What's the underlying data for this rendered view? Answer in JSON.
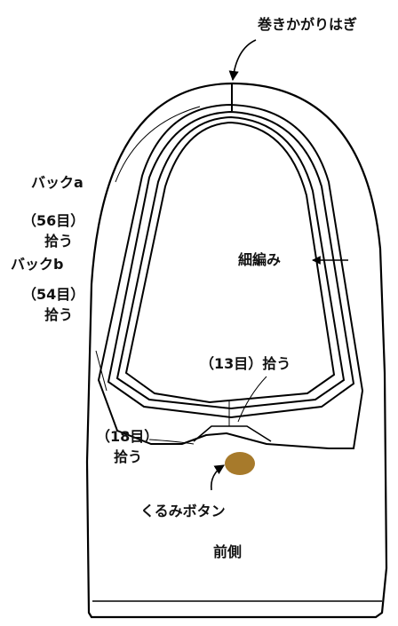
{
  "labels": {
    "top_edge": "巻きかがりはぎ",
    "back_a": "バックa",
    "back_a_count": "（56目）",
    "back_a_pick": "拾う",
    "back_b": "バックb",
    "back_b_count": "（54目）",
    "back_b_pick": "拾う",
    "fine_knit": "細編み",
    "center_pick": "（13目）拾う",
    "lower_count": "（18目）",
    "lower_pick": "拾う",
    "button": "くるみボタン",
    "front": "前側"
  },
  "colors": {
    "stroke": "#000000",
    "button": "#a77a2b",
    "text": "#111111"
  }
}
